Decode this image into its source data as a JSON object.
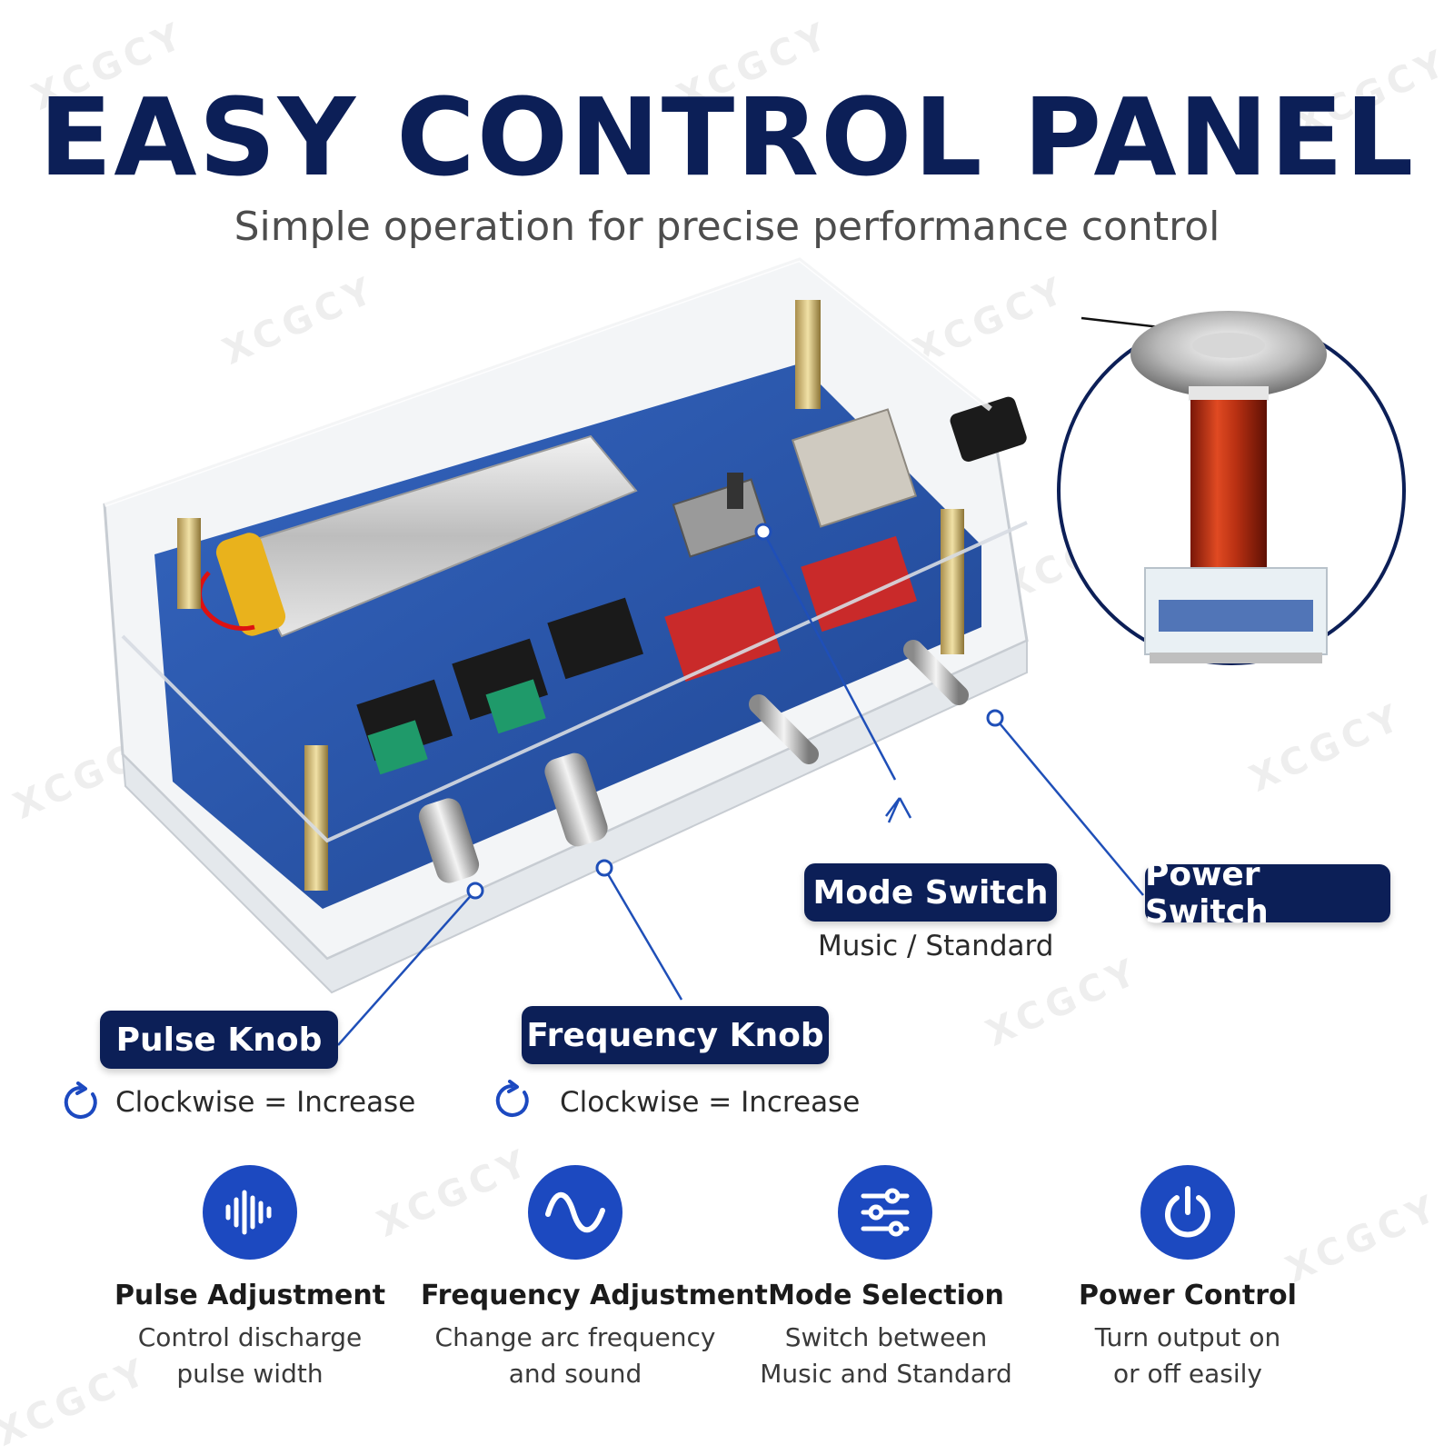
{
  "watermark": "XCGCY",
  "header": {
    "title": "EASY CONTROL PANEL",
    "subtitle": "Simple operation for precise performance control"
  },
  "callouts": {
    "mode_switch": {
      "label": "Mode Switch",
      "note": "Music / Standard"
    },
    "power_switch": {
      "label": "Power Switch"
    },
    "pulse_knob": {
      "label": "Pulse Knob",
      "note": "Clockwise = Increase"
    },
    "frequency_knob": {
      "label": "Frequency Knob",
      "note": "Clockwise = Increase"
    }
  },
  "features": [
    {
      "icon": "sound-wave-icon",
      "title": "Pulse Adjustment",
      "desc_line1": "Control discharge",
      "desc_line2": "pulse width"
    },
    {
      "icon": "sine-wave-icon",
      "title": "Frequency Adjustment",
      "desc_line1": "Change arc frequency",
      "desc_line2": "and sound"
    },
    {
      "icon": "sliders-icon",
      "title": "Mode Selection",
      "desc_line1": "Switch between",
      "desc_line2": "Music and Standard"
    },
    {
      "icon": "power-icon",
      "title": "Power Control",
      "desc_line1": "Turn output on",
      "desc_line2": "or off easily"
    }
  ],
  "colors": {
    "navy": "#0c1f57",
    "accent_blue": "#1c49c0",
    "pcb_blue": "#2a56a8",
    "coil_copper": "#c0391b"
  }
}
